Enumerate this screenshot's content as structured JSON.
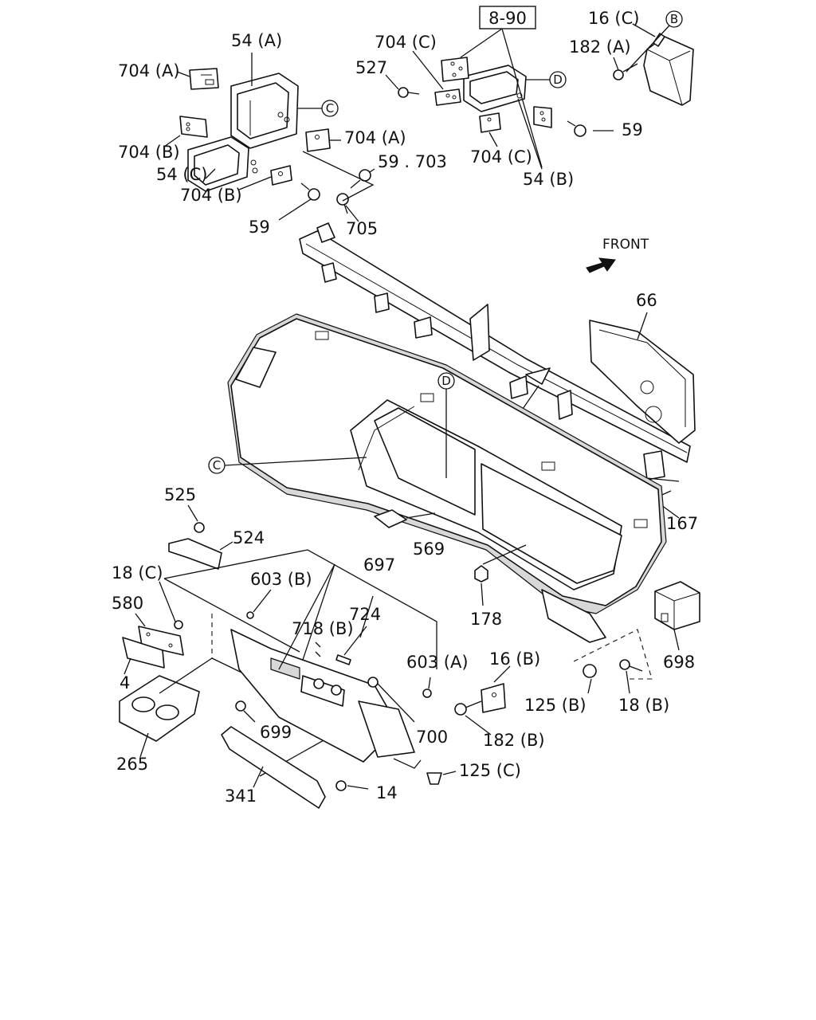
{
  "ref_box": "8-90",
  "front_label": "FRONT",
  "circle_refs": {
    "A": "B",
    "B": "D",
    "C": "C"
  },
  "labels": {
    "p54a": "54 (A)",
    "p704a_1": "704 (A)",
    "p704b_1": "704 (B)",
    "p54c": "54 (C)",
    "p704a_2": "704 (A)",
    "p59_703": "59 . 703",
    "p704b_2": "704 (B)",
    "p59_1": "59",
    "p705": "705",
    "p704c_1": "704 (C)",
    "p527": "527",
    "p704c_2": "704 (C)",
    "p54b": "54 (B)",
    "p59_2": "59",
    "p16c": "16 (C)",
    "p182a": "182 (A)",
    "p66": "66",
    "p167": "167",
    "p525": "525",
    "p524": "524",
    "p18c": "18 (C)",
    "p603b": "603 (B)",
    "p697": "697",
    "p569": "569",
    "p580": "580",
    "p718b": "718 (B)",
    "p724": "724",
    "p178": "178",
    "p603a": "603 (A)",
    "p16b": "16 (B)",
    "p698": "698",
    "p4": "4",
    "p699": "699",
    "p700": "700",
    "p125b": "125 (B)",
    "p18b": "18 (B)",
    "p182b": "182 (B)",
    "p265": "265",
    "p341": "341",
    "p14": "14",
    "p125c": "125 (C)"
  }
}
